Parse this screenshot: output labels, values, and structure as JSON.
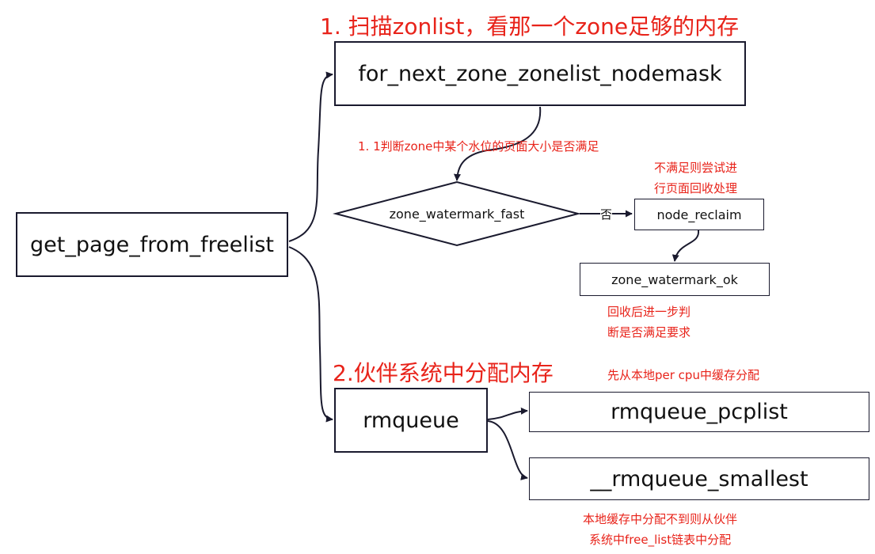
{
  "nodes": {
    "get_page": "get_page_from_freelist",
    "for_next": "for_next_zone_zonelist_nodemask",
    "watermark_fast": "zone_watermark_fast",
    "node_reclaim": "node_reclaim",
    "watermark_ok": "zone_watermark_ok",
    "rmqueue": "rmqueue",
    "pcplist": "rmqueue_pcplist",
    "smallest": "__rmqueue_smallest"
  },
  "edge_labels": {
    "no": "否"
  },
  "annotations": {
    "step1": "1. 扫描zonlist，看那一个zone足够的内存",
    "step1_1": "1. 1判断zone中某个水位的页面大小是否满足",
    "reclaim_note": [
      "不满足则尝试进",
      "行页面回收处理"
    ],
    "recheck_note": [
      "回收后进一步判",
      "断是否满足要求"
    ],
    "step2": "2.伙伴系统中分配内存",
    "pcp_note": "先从本地per cpu中缓存分配",
    "buddy_note": [
      "本地缓存中分配不到则从伙伴",
      "系统中free_list链表中分配"
    ]
  },
  "colors": {
    "annotation": "#e8231a",
    "stroke": "#1a1a2e"
  }
}
